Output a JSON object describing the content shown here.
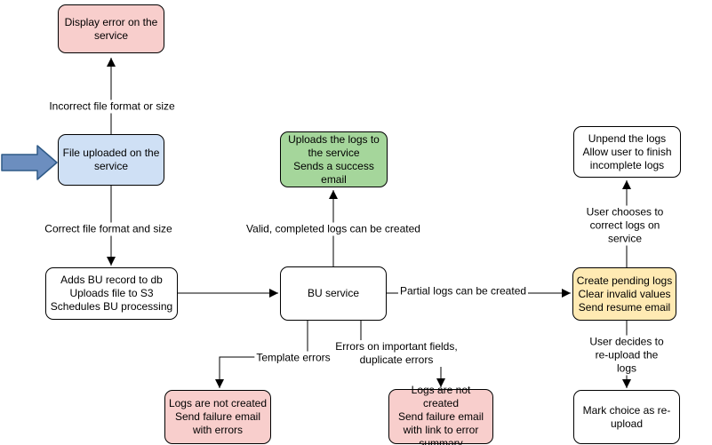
{
  "diagram": {
    "type": "flowchart",
    "background": "#ffffff",
    "colors": {
      "error_fill": "#f8cecc",
      "input_fill": "#cfe0f5",
      "success_fill": "#a5d69b",
      "pending_fill": "#ffeab3",
      "plain_fill": "#ffffff",
      "stroke": "#000000",
      "entry_arrow_fill": "#6c8ebf",
      "entry_arrow_stroke": "#2f5a87"
    },
    "nodes": {
      "display_error": {
        "text": "Display error on the\nservice"
      },
      "file_uploaded": {
        "text": "File uploaded on the\nservice"
      },
      "adds_bu": {
        "text": "Adds BU record to db\nUploads file to S3\nSchedules BU processing"
      },
      "uploads_logs": {
        "text": "Uploads the logs to\nthe service\nSends a success\nemail"
      },
      "bu_service": {
        "text": "BU service"
      },
      "create_pending": {
        "text": "Create pending logs\nClear invalid values\nSend resume email"
      },
      "unpend": {
        "text": "Unpend the logs\nAllow user to finish\nincomplete logs"
      },
      "mark_choice": {
        "text": "Mark choice as re-\nupload"
      },
      "logs_not_created_errors": {
        "text": "Logs are not created\nSend failure email\nwith errors"
      },
      "logs_not_created_summary": {
        "text": "Logs are not created\nSend failure email\nwith link to error\nsummary"
      }
    },
    "edge_labels": {
      "incorrect": "Incorrect file format or size",
      "correct": "Correct file format and size",
      "valid": "Valid, completed logs can be created",
      "partial": "Partial logs can be created",
      "user_correct": "User chooses to correct logs on service",
      "user_reupload": "User decides to re-upload the logs",
      "template_errors": "Template errors",
      "errors_important": "Errors on important fields,\nduplicate errors"
    },
    "icons": {
      "entry_arrow": "block-arrow-right-icon"
    }
  }
}
